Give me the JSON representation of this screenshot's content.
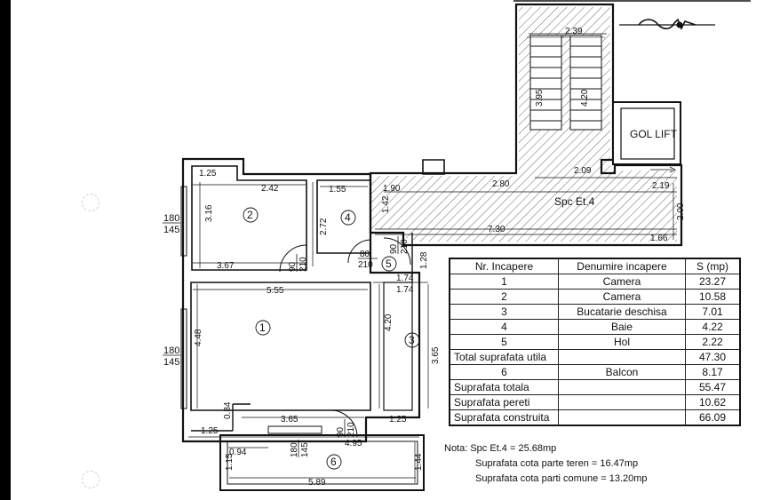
{
  "stair": {
    "width_label": "2.39",
    "flight_left": "3.95",
    "flight_right": "4.20"
  },
  "lift_label": "GOL LIFT",
  "stairwell_label": "Spc Et.4",
  "room_numbers": [
    "1",
    "2",
    "3",
    "4",
    "5",
    "6"
  ],
  "dimensions": {
    "r2_top": "1.25",
    "r2_width": "2.42",
    "r2_height": "3.16",
    "r2_bottom": "3.67",
    "r4_width": "1.55",
    "r4_height": "2.72",
    "r5_height": "1.28",
    "corr_a": "1.90",
    "corr_b": "2.80",
    "corr_c": "2.09",
    "corr_d": "2.19",
    "corr_height_left": "1.42",
    "corr_height_right": "2.00",
    "corr_bottom": "7.30",
    "corr_bottom_right": "1.66",
    "r1_top": "5.55",
    "r1_height": "4.48",
    "r1_partition": "4.20",
    "r3_top_a": "1.74",
    "r3_top_b": "1.74",
    "r3_height": "3.65",
    "r1_bottom": "3.65",
    "r1_bottom_left": "1.25",
    "r1_bottom_right": "1.25",
    "r1_small": "0.84",
    "outer_bottom": "4.95",
    "balcony_left": "0.94",
    "balcony_height_left": "1.15",
    "balcony_height_right": "1.44",
    "balcony_width": "5.89"
  },
  "windows": {
    "upper": {
      "top": "180",
      "bottom": "145"
    },
    "lower": {
      "top": "180",
      "bottom": "145"
    },
    "balcony": {
      "top": "180",
      "bottom": "145"
    }
  },
  "doors": [
    {
      "id": "d2",
      "top": "90",
      "bottom": "210"
    },
    {
      "id": "d4",
      "top": "80",
      "bottom": "210"
    },
    {
      "id": "d5",
      "top": "90",
      "bottom": "210"
    },
    {
      "id": "d1",
      "top": "90",
      "bottom": "210"
    }
  ],
  "table": {
    "headers": [
      "Nr. Incapere",
      "Denumire incapere",
      "S (mp)"
    ],
    "rows": [
      {
        "nr": "1",
        "name": "Camera",
        "area": "23.27"
      },
      {
        "nr": "2",
        "name": "Camera",
        "area": "10.58"
      },
      {
        "nr": "3",
        "name": "Bucatarie deschisa",
        "area": "7.01"
      },
      {
        "nr": "4",
        "name": "Baie",
        "area": "4.22"
      },
      {
        "nr": "5",
        "name": "Hol",
        "area": "2.22"
      },
      {
        "nr": "Total suprafata utila",
        "name": "",
        "area": "47.30"
      },
      {
        "nr": "6",
        "name": "Balcon",
        "area": "8.17"
      },
      {
        "nr": "Suprafata totala",
        "name": "",
        "area": "55.47"
      },
      {
        "nr": "Suprafata pereti",
        "name": "",
        "area": "10.62"
      },
      {
        "nr": "Suprafata construita",
        "name": "",
        "area": "66.09"
      }
    ]
  },
  "notes": {
    "line1": "Nota:  Spc  Et.4  =  25.68mp",
    "line2": "Suprafata  cota  parte  teren  =  16.47mp",
    "line3": "Suprafata  cota  parti  comune  =  13.20mp"
  }
}
